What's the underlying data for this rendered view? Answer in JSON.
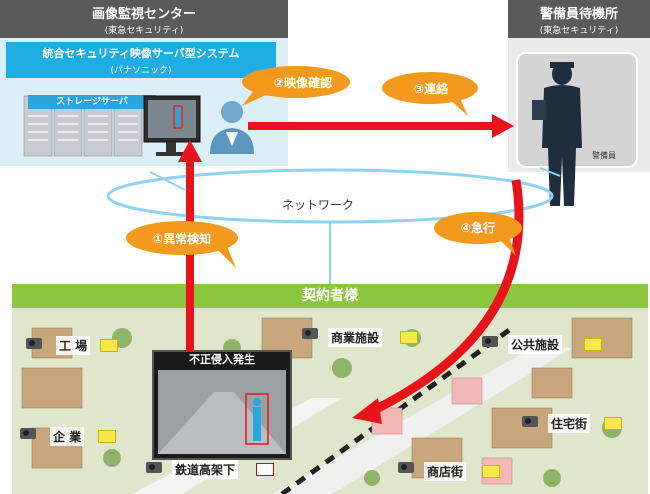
{
  "center": {
    "title": "画像監視センター",
    "company": "(東急セキュリティ)"
  },
  "system": {
    "title": "統合セキュリティ映像サーバ型システム",
    "vendor": "(パナソニック)"
  },
  "storage": {
    "label": "ストレージサーバ"
  },
  "guard_office": {
    "title": "警備員待機所",
    "company": "(東急セキュリティ)",
    "guard_label": "警備員"
  },
  "network": {
    "label": "ネットワーク"
  },
  "steps": {
    "detect": "①異常検知",
    "confirm": "②映像確認",
    "contact": "③連絡",
    "rush": "④急行"
  },
  "contract": {
    "label": "契約者様"
  },
  "intrusion": {
    "label": "不正侵入発生"
  },
  "places": {
    "factory": "工 場",
    "company": "企 業",
    "railway": "鉄道高架下",
    "commercial": "商業施設",
    "public": "公共施設",
    "residential": "住宅街",
    "shopping": "商店街"
  },
  "colors": {
    "accent_red": "#e8141c",
    "callout_orange": "#f39a1e",
    "header_gray": "#5a5a5a",
    "contract_green": "#8cc63f",
    "system_blue": "#1eaee3"
  }
}
